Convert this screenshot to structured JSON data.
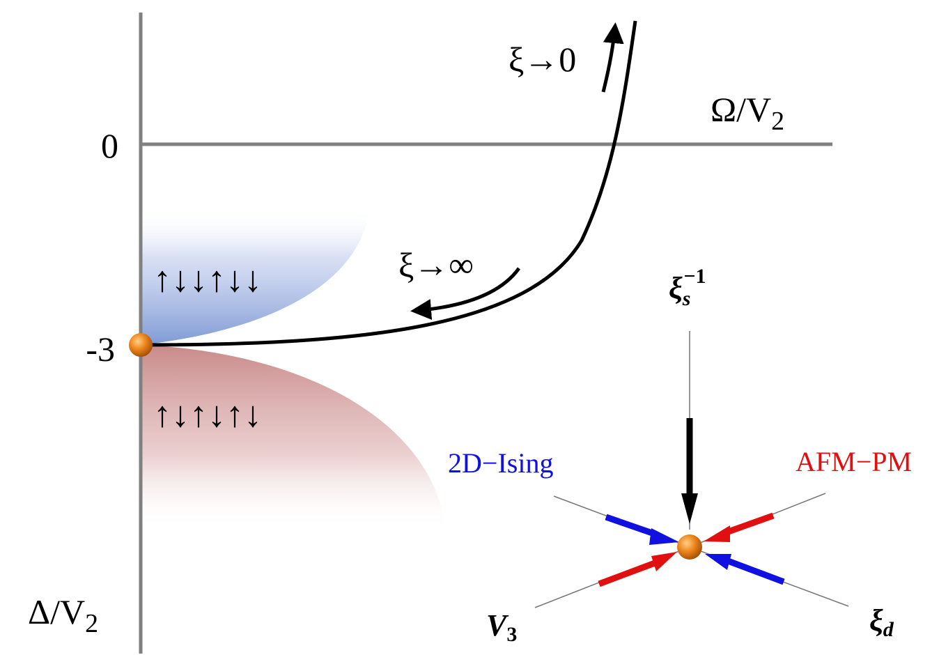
{
  "axes": {
    "x_label": "Ω/V",
    "x_label_sub": "2",
    "y_label": "Δ/V",
    "y_label_sub": "2",
    "tick_zero": "0",
    "tick_minus3": "-3"
  },
  "flow": {
    "xi_to_zero": "ξ→0",
    "xi_to_infinity": "ξ→∞"
  },
  "phases": {
    "upper_spins": "↑↓↓↑↓↓",
    "lower_spins": "↑↓↑↓↑↓"
  },
  "fixed_point": {
    "label_2d_ising": "2D−Ising",
    "label_afm_pm": "AFM−PM",
    "axis_xi_s_main": "ξ",
    "axis_xi_s_sub": "s",
    "axis_xi_s_sup": "−1",
    "axis_v3_main": "V",
    "axis_v3_sub": "3",
    "axis_xi_d_main": "ξ",
    "axis_xi_d_sub": "d"
  },
  "colors": {
    "axis": "#808080",
    "curve": "#000000",
    "blue_region": "#7f9ad6",
    "red_region": "#c98a8a",
    "ising_blue": "#1010e0",
    "afm_red": "#e01010",
    "fixed_point_orange": "#e07010"
  }
}
